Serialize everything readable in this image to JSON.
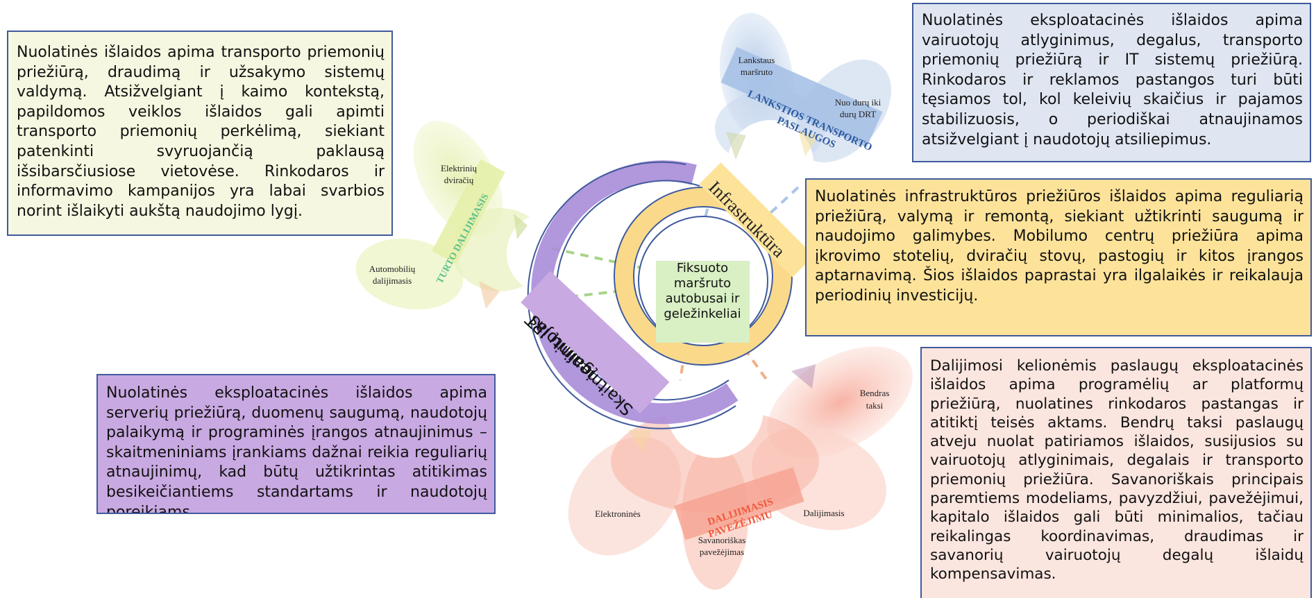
{
  "texts": {
    "shared": "Nuolatinės išlaidos apima transporto priemonių priežiūrą, draudimą ir užsakymo sistemų valdymą. Atsižvelgiant į kaimo kontekstą, papildomos veiklos išlaidos gali apimti transporto priemonių perkėlimą, siekiant patenkinti svyruojančią paklausą išsibarsčiusiose vietovėse. Rinkodaros ir informavimo kampanijos yra labai svarbios norint išlaikyti aukštą naudojimo lygį.",
    "flex": "Nuolatinės eksploatacinės išlaidos apima vairuotojų atlyginimus, degalus, transporto priemonių priežiūrą ir IT sistemų priežiūrą. Rinkodaros ir reklamos pastangos turi būti tęsiamos tol, kol keleivių skaičius ir pajamos stabilizuosis, o periodiškai atnaujinamos atsižvelgiant į naudotojų atsiliepimus.",
    "infra": "Nuolatinės infrastruktūros priežiūros išlaidos apima reguliarią priežiūrą, valymą ir remontą, siekiant užtikrinti saugumą ir naudojimo galimybes. Mobilumo centrų priežiūra apima įkrovimo stotelių, dviračių stovų, pastogių ir kitos įrangos aptarnavimą. Šios išlaidos paprastai yra ilgalaikės ir reikalauja periodinių investicijų.",
    "digital": "Nuolatinės eksploatacinės išlaidos apima serverių priežiūrą, duomenų saugumą, naudotojų palaikymą ir programinės įrangos atnaujinimus – skaitmeniniams įrankiams dažnai reikia reguliarių atnaujinimų, kad būtų užtikrintas atitikimas besikeičiantiems standartams ir naudotojų poreikiams.",
    "rideshare": "Dalijimosi kelionėmis paslaugų eksploatacinės išlaidos apima programėlių ar platformų priežiūrą, nuolatines rinkodaros pastangas ir atitiktį teisės aktams. Bendrų taksi paslaugų atveju nuolat patiriamos išlaidos, susijusios su vairuotojų atlyginimais, degalais ir transporto priemonių priežiūra. Savanoriškais principais paremtiems modeliams, pavyzdžiui, pavežėjimui, kapitalo išlaidos gali būti minimalios, tačiau reikalingas koordinavimas, draudimas ir savanorių vairuotojų degalų išlaidų kompensavimas."
  },
  "diagram": {
    "center": "Fiksuoto maršruto autobusai ir geležinkeliai",
    "center_lines": [
      "Fiksuoto",
      "maršruto",
      "autobusai ir",
      "geležinkeliai"
    ],
    "infra_label": "Infrastruktūra",
    "digital_label_line1": "Skaitmeninių IRT",
    "digital_label_line2": "įgalintojas",
    "flex_title_line1": "LANKSTIOS TRANSPORTO",
    "flex_title_line2": "PASLAUGOS",
    "flex_item1_line1": "Lankstaus",
    "flex_item1_line2": "maršruto",
    "flex_item2_line1": "Nuo durų iki",
    "flex_item2_line2": "durų DRT",
    "shared_title": "TURTO DALIJIMASIS",
    "shared_item1_line1": "Elektrinių",
    "shared_item1_line2": "dviračių",
    "shared_item2_line1": "Automobilių",
    "shared_item2_line2": "dalijimasis",
    "ride_title_line1": "DALIJIMASIS",
    "ride_title_line2": "PAVEŽĖJIMU",
    "ride_item1_line1": "Bendras",
    "ride_item1_line2": "taksi",
    "ride_item2": "Elektroninės",
    "ride_item3_line1": "Savanoriškas",
    "ride_item3_line2": "pavežėjimas",
    "ride_item4": "Dalijimasis"
  },
  "colors": {
    "shared_box": "#f5f7e0",
    "flex_box": "#dfe6f2",
    "infra_box": "#fde39a",
    "digital_box": "#c9a9e2",
    "rideshare_box": "#fbe5df",
    "border": "#3f5a9c",
    "shared_title": "#5cc08a",
    "ride_title": "#f05a3c",
    "flex_title": "#2c5aa0"
  }
}
